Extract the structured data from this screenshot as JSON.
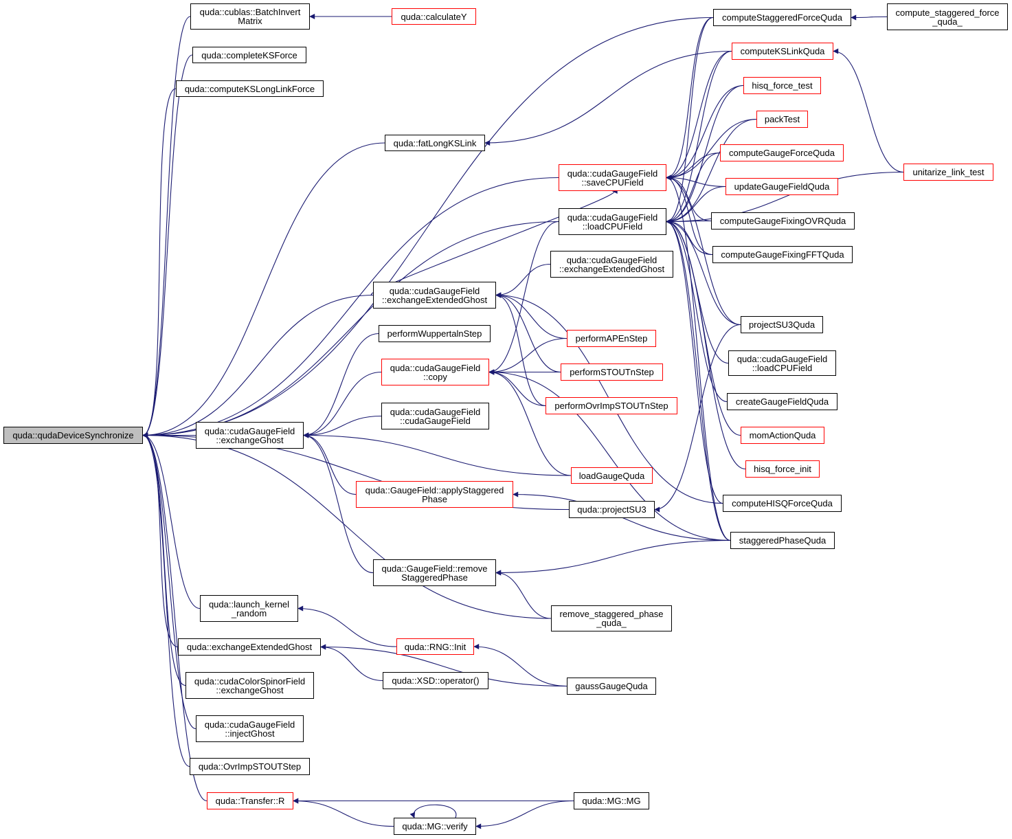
{
  "graph": {
    "type": "doxygen-caller-graph",
    "root": "qudaDeviceSynchronize",
    "colors": {
      "edge": "#191970",
      "node_border": "#000000",
      "node_border_undocumented": "#ff0000",
      "root_fill": "#bfbfbf"
    },
    "nodes": [
      {
        "id": "qudaDeviceSynchronize",
        "label": "quda::qudaDeviceSynchronize",
        "style": "root"
      },
      {
        "id": "BatchInvertMatrix",
        "label": "quda::cublas::BatchInvert\nMatrix",
        "style": "normal"
      },
      {
        "id": "calculateY",
        "label": "quda::calculateY",
        "style": "red"
      },
      {
        "id": "completeKSForce",
        "label": "quda::completeKSForce",
        "style": "normal"
      },
      {
        "id": "computeKSLongLinkForce",
        "label": "quda::computeKSLongLinkForce",
        "style": "normal"
      },
      {
        "id": "fatLongKSLink",
        "label": "quda::fatLongKSLink",
        "style": "normal"
      },
      {
        "id": "computeStaggeredForceQuda",
        "label": "computeStaggeredForceQuda",
        "style": "normal"
      },
      {
        "id": "compute_staggered_force_quda_",
        "label": "compute_staggered_force\n_quda_",
        "style": "normal"
      },
      {
        "id": "computeKSLinkQuda",
        "label": "computeKSLinkQuda",
        "style": "red"
      },
      {
        "id": "hisq_force_test",
        "label": "hisq_force_test",
        "style": "red"
      },
      {
        "id": "packTest",
        "label": "packTest",
        "style": "red"
      },
      {
        "id": "computeGaugeForceQuda",
        "label": "computeGaugeForceQuda",
        "style": "red"
      },
      {
        "id": "updateGaugeFieldQuda",
        "label": "updateGaugeFieldQuda",
        "style": "red"
      },
      {
        "id": "unitarize_link_test",
        "label": "unitarize_link_test",
        "style": "red"
      },
      {
        "id": "computeGaugeFixingOVRQuda",
        "label": "computeGaugeFixingOVRQuda",
        "style": "normal"
      },
      {
        "id": "computeGaugeFixingFFTQuda",
        "label": "computeGaugeFixingFFTQuda",
        "style": "normal"
      },
      {
        "id": "saveCPUField",
        "label": "quda::cudaGaugeField\n::saveCPUField",
        "style": "red"
      },
      {
        "id": "loadCPUField",
        "label": "quda::cudaGaugeField\n::loadCPUField",
        "style": "normal"
      },
      {
        "id": "exchangeExtendedGhostB",
        "label": "quda::cudaGaugeField\n::exchangeExtendedGhost",
        "style": "normal"
      },
      {
        "id": "exchangeExtendedGhostA",
        "label": "quda::cudaGaugeField\n::exchangeExtendedGhost",
        "style": "normal"
      },
      {
        "id": "performWuppertalnStep",
        "label": "performWuppertalnStep",
        "style": "normal"
      },
      {
        "id": "copy",
        "label": "quda::cudaGaugeField\n::copy",
        "style": "red"
      },
      {
        "id": "cudaGaugeFieldCtor",
        "label": "quda::cudaGaugeField\n::cudaGaugeField",
        "style": "normal"
      },
      {
        "id": "exchangeGhost",
        "label": "quda::cudaGaugeField\n::exchangeGhost",
        "style": "normal"
      },
      {
        "id": "performAPEnStep",
        "label": "performAPEnStep",
        "style": "red"
      },
      {
        "id": "performSTOUTnStep",
        "label": "performSTOUTnStep",
        "style": "red"
      },
      {
        "id": "performOvrImpSTOUTnStep",
        "label": "performOvrImpSTOUTnStep",
        "style": "red"
      },
      {
        "id": "loadGaugeQuda",
        "label": "loadGaugeQuda",
        "style": "red"
      },
      {
        "id": "applyStaggeredPhase",
        "label": "quda::GaugeField::applyStaggered\nPhase",
        "style": "red"
      },
      {
        "id": "projectSU3",
        "label": "quda::projectSU3",
        "style": "normal"
      },
      {
        "id": "removeStaggeredPhase",
        "label": "quda::GaugeField::remove\nStaggeredPhase",
        "style": "normal"
      },
      {
        "id": "remove_staggered_phase_quda_",
        "label": "remove_staggered_phase\n_quda_",
        "style": "normal"
      },
      {
        "id": "projectSU3Quda",
        "label": "projectSU3Quda",
        "style": "normal"
      },
      {
        "id": "loadCPUField2",
        "label": "quda::cudaGaugeField\n::loadCPUField",
        "style": "normal"
      },
      {
        "id": "createGaugeFieldQuda",
        "label": "createGaugeFieldQuda",
        "style": "normal"
      },
      {
        "id": "momActionQuda",
        "label": "momActionQuda",
        "style": "red"
      },
      {
        "id": "hisq_force_init",
        "label": "hisq_force_init",
        "style": "red"
      },
      {
        "id": "computeHISQForceQuda",
        "label": "computeHISQForceQuda",
        "style": "normal"
      },
      {
        "id": "staggeredPhaseQuda",
        "label": "staggeredPhaseQuda",
        "style": "normal"
      },
      {
        "id": "launch_kernel_random",
        "label": "quda::launch_kernel\n_random",
        "style": "normal"
      },
      {
        "id": "RNGInit",
        "label": "quda::RNG::Init",
        "style": "red"
      },
      {
        "id": "exchangeExtendedGhostGlobal",
        "label": "quda::exchangeExtendedGhost",
        "style": "normal"
      },
      {
        "id": "XSDoperator",
        "label": "quda::XSD::operator()",
        "style": "normal"
      },
      {
        "id": "gaussGaugeQuda",
        "label": "gaussGaugeQuda",
        "style": "normal"
      },
      {
        "id": "cudaColorSpinorFieldExchangeGhost",
        "label": "quda::cudaColorSpinorField\n::exchangeGhost",
        "style": "normal"
      },
      {
        "id": "injectGhost",
        "label": "quda::cudaGaugeField\n::injectGhost",
        "style": "normal"
      },
      {
        "id": "OvrImpSTOUTStep",
        "label": "quda::OvrImpSTOUTStep",
        "style": "normal"
      },
      {
        "id": "TransferR",
        "label": "quda::Transfer::R",
        "style": "red"
      },
      {
        "id": "MGverify",
        "label": "quda::MG::verify",
        "style": "normal"
      },
      {
        "id": "MGMG",
        "label": "quda::MG::MG",
        "style": "normal"
      }
    ],
    "edges": [
      [
        "BatchInvertMatrix",
        "qudaDeviceSynchronize"
      ],
      [
        "completeKSForce",
        "qudaDeviceSynchronize"
      ],
      [
        "computeKSLongLinkForce",
        "qudaDeviceSynchronize"
      ],
      [
        "computeStaggeredForceQuda",
        "qudaDeviceSynchronize"
      ],
      [
        "fatLongKSLink",
        "qudaDeviceSynchronize"
      ],
      [
        "saveCPUField",
        "qudaDeviceSynchronize"
      ],
      [
        "loadCPUField",
        "qudaDeviceSynchronize"
      ],
      [
        "exchangeExtendedGhostA",
        "qudaDeviceSynchronize"
      ],
      [
        "exchangeGhost",
        "qudaDeviceSynchronize"
      ],
      [
        "projectSU3",
        "qudaDeviceSynchronize"
      ],
      [
        "remove_staggered_phase_quda_",
        "qudaDeviceSynchronize"
      ],
      [
        "launch_kernel_random",
        "qudaDeviceSynchronize"
      ],
      [
        "exchangeExtendedGhostGlobal",
        "qudaDeviceSynchronize"
      ],
      [
        "cudaColorSpinorFieldExchangeGhost",
        "qudaDeviceSynchronize"
      ],
      [
        "injectGhost",
        "qudaDeviceSynchronize"
      ],
      [
        "OvrImpSTOUTStep",
        "qudaDeviceSynchronize"
      ],
      [
        "TransferR",
        "qudaDeviceSynchronize"
      ],
      [
        "calculateY",
        "BatchInvertMatrix"
      ],
      [
        "compute_staggered_force_quda_",
        "computeStaggeredForceQuda"
      ],
      [
        "computeKSLinkQuda",
        "fatLongKSLink"
      ],
      [
        "unitarize_link_test",
        "computeKSLinkQuda"
      ],
      [
        "computeStaggeredForceQuda",
        "saveCPUField"
      ],
      [
        "computeKSLinkQuda",
        "saveCPUField"
      ],
      [
        "hisq_force_test",
        "saveCPUField"
      ],
      [
        "packTest",
        "saveCPUField"
      ],
      [
        "computeGaugeForceQuda",
        "saveCPUField"
      ],
      [
        "updateGaugeFieldQuda",
        "saveCPUField"
      ],
      [
        "computeGaugeFixingOVRQuda",
        "saveCPUField"
      ],
      [
        "computeGaugeFixingFFTQuda",
        "saveCPUField"
      ],
      [
        "projectSU3Quda",
        "saveCPUField"
      ],
      [
        "staggeredPhaseQuda",
        "saveCPUField"
      ],
      [
        "computeStaggeredForceQuda",
        "loadCPUField"
      ],
      [
        "computeKSLinkQuda",
        "loadCPUField"
      ],
      [
        "hisq_force_test",
        "loadCPUField"
      ],
      [
        "packTest",
        "loadCPUField"
      ],
      [
        "computeGaugeForceQuda",
        "loadCPUField"
      ],
      [
        "updateGaugeFieldQuda",
        "loadCPUField"
      ],
      [
        "computeGaugeFixingOVRQuda",
        "loadCPUField"
      ],
      [
        "computeGaugeFixingFFTQuda",
        "loadCPUField"
      ],
      [
        "unitarize_link_test",
        "loadCPUField"
      ],
      [
        "projectSU3Quda",
        "loadCPUField"
      ],
      [
        "loadCPUField2",
        "loadCPUField"
      ],
      [
        "createGaugeFieldQuda",
        "loadCPUField"
      ],
      [
        "momActionQuda",
        "loadCPUField"
      ],
      [
        "hisq_force_init",
        "loadCPUField"
      ],
      [
        "computeHISQForceQuda",
        "loadCPUField"
      ],
      [
        "staggeredPhaseQuda",
        "loadCPUField"
      ],
      [
        "exchangeExtendedGhostB",
        "exchangeExtendedGhostA"
      ],
      [
        "computeHISQForceQuda",
        "exchangeExtendedGhostA"
      ],
      [
        "performAPEnStep",
        "exchangeExtendedGhostA"
      ],
      [
        "performSTOUTnStep",
        "exchangeExtendedGhostA"
      ],
      [
        "performOvrImpSTOUTnStep",
        "exchangeExtendedGhostA"
      ],
      [
        "exchangeExtendedGhostA",
        "saveCPUField"
      ],
      [
        "performAPEnStep",
        "copy"
      ],
      [
        "performSTOUTnStep",
        "copy"
      ],
      [
        "performOvrImpSTOUTnStep",
        "copy"
      ],
      [
        "loadGaugeQuda",
        "copy"
      ],
      [
        "staggeredPhaseQuda",
        "copy"
      ],
      [
        "loadCPUField",
        "copy"
      ],
      [
        "performWuppertalnStep",
        "exchangeGhost"
      ],
      [
        "copy",
        "exchangeGhost"
      ],
      [
        "cudaGaugeFieldCtor",
        "exchangeGhost"
      ],
      [
        "loadGaugeQuda",
        "exchangeGhost"
      ],
      [
        "applyStaggeredPhase",
        "exchangeGhost"
      ],
      [
        "removeStaggeredPhase",
        "exchangeGhost"
      ],
      [
        "exchangeGhost",
        "qudaDeviceSynchronize"
      ],
      [
        "staggeredPhaseQuda",
        "applyStaggeredPhase"
      ],
      [
        "projectSU3Quda",
        "projectSU3"
      ],
      [
        "staggeredPhaseQuda",
        "removeStaggeredPhase"
      ],
      [
        "remove_staggered_phase_quda_",
        "removeStaggeredPhase"
      ],
      [
        "RNGInit",
        "launch_kernel_random"
      ],
      [
        "gaussGaugeQuda",
        "RNGInit"
      ],
      [
        "XSDoperator",
        "exchangeExtendedGhostGlobal"
      ],
      [
        "gaussGaugeQuda",
        "exchangeExtendedGhostGlobal"
      ],
      [
        "MGMG",
        "TransferR"
      ],
      [
        "MGverify",
        "TransferR"
      ],
      [
        "MGMG",
        "MGverify"
      ],
      [
        "MGverify",
        "MGverify"
      ]
    ]
  }
}
